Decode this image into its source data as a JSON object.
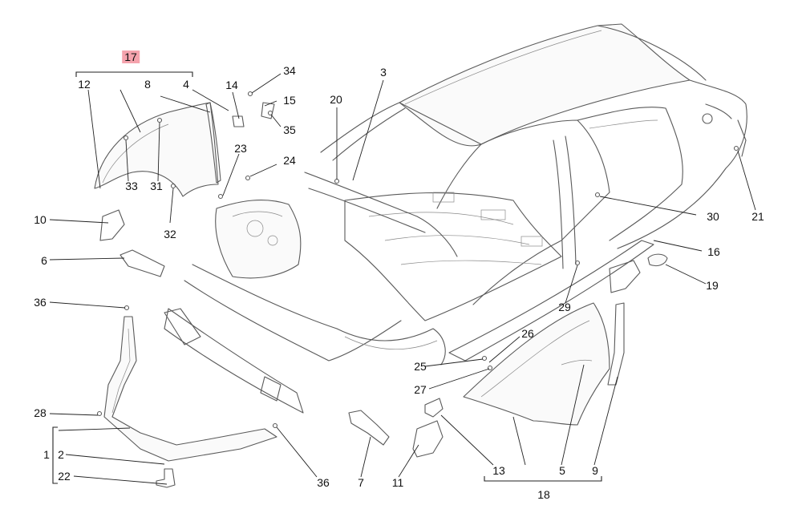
{
  "labels": {
    "l1": "1",
    "l2": "2",
    "l3": "3",
    "l4": "4",
    "l5": "5",
    "l6": "6",
    "l7": "7",
    "l8": "8",
    "l9": "9",
    "l10": "10",
    "l11": "11",
    "l12": "12",
    "l13": "13",
    "l14": "14",
    "l15": "15",
    "l16": "16",
    "l17": "17",
    "l18": "18",
    "l19": "19",
    "l20": "20",
    "l21": "21",
    "l22": "22",
    "l23": "23",
    "l24": "24",
    "l25": "25",
    "l26": "26",
    "l27": "27",
    "l28": "28",
    "l29": "29",
    "l30": "30",
    "l31": "31",
    "l32": "32",
    "l33": "33",
    "l34": "34",
    "l35": "35",
    "l36a": "36",
    "l36b": "36"
  },
  "highlighted_label": "17",
  "colors": {
    "highlight": "#f5a3ad",
    "line": "#5a5a5a",
    "leader": "#222222"
  }
}
